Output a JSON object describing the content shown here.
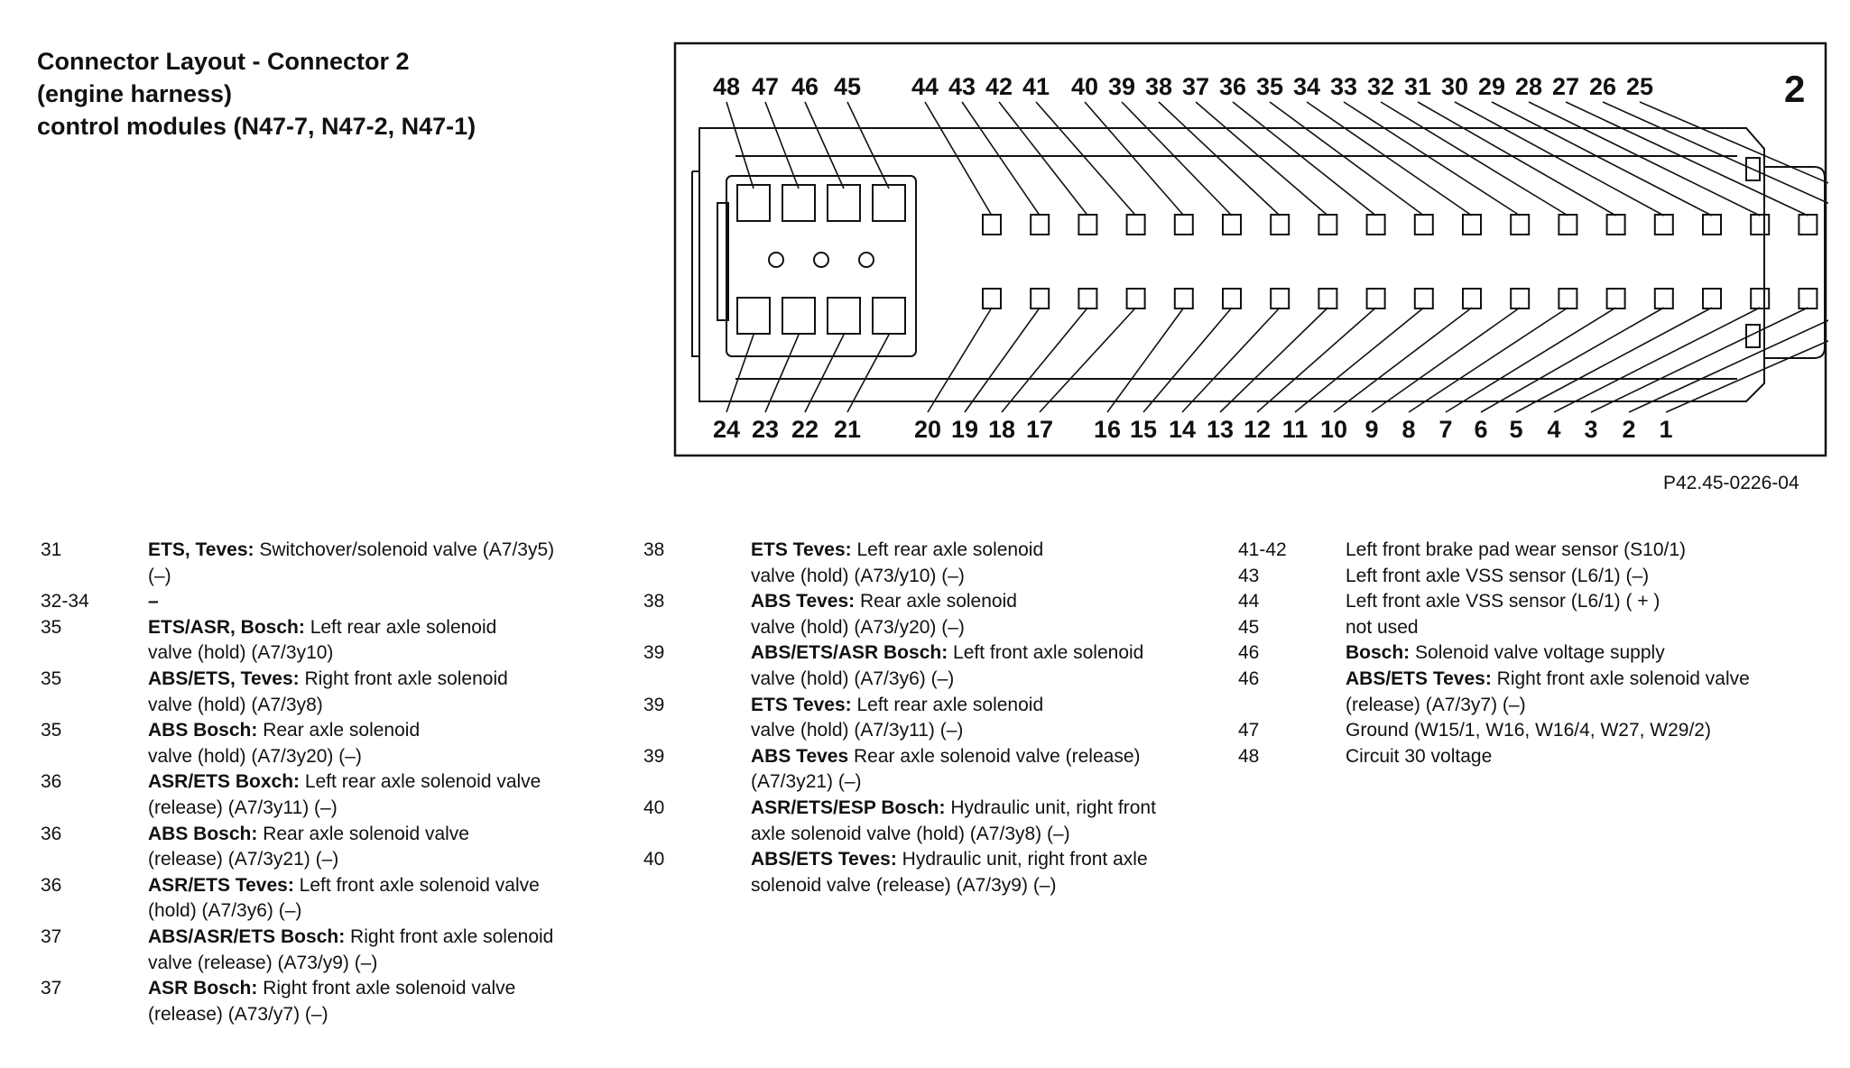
{
  "title": {
    "lines": [
      "Connector Layout - Connector 2",
      "(engine harness)",
      "control modules (N47-7, N47-2, N47-1)"
    ]
  },
  "connector": {
    "id_label": "2",
    "top_pins": [
      "48",
      "47",
      "46",
      "45",
      "44",
      "43",
      "42",
      "41",
      "40",
      "39",
      "38",
      "37",
      "36",
      "35",
      "34",
      "33",
      "32",
      "31",
      "30",
      "29",
      "28",
      "27",
      "26",
      "25"
    ],
    "bottom_pins": [
      "24",
      "23",
      "22",
      "21",
      "20",
      "19",
      "18",
      "17",
      "16",
      "15",
      "14",
      "13",
      "12",
      "11",
      "10",
      "9",
      "8",
      "7",
      "6",
      "5",
      "4",
      "3",
      "2",
      "1"
    ]
  },
  "figure_ref": "P42.45-0226-04",
  "columns": [
    [
      {
        "pin": "31",
        "label": "ETS, Teves:",
        "text": " Switchover/solenoid valve (A7/3y5)",
        "line2": "(–)"
      },
      {
        "pin": "32-34",
        "label": "–",
        "text": "",
        "line2": ""
      },
      {
        "pin": "35",
        "label": "ETS/ASR, Bosch:",
        "text": " Left rear axle solenoid",
        "line2": "valve (hold) (A7/3y10)"
      },
      {
        "pin": "35",
        "label": "ABS/ETS, Teves:",
        "text": " Right front axle solenoid",
        "line2": "valve (hold) (A7/3y8)"
      },
      {
        "pin": "35",
        "label": "ABS Bosch:",
        "text": " Rear axle solenoid",
        "line2": "valve (hold) (A7/3y20)  (–)"
      },
      {
        "pin": "36",
        "label": "ASR/ETS Boxch:",
        "text": " Left rear axle solenoid valve",
        "line2": "(release)  (A7/3y11)  (–)"
      },
      {
        "pin": "36",
        "label": "ABS Bosch:",
        "text": " Rear axle solenoid valve",
        "line2": "(release)  (A7/3y21)  (–)"
      },
      {
        "pin": "36",
        "label": "ASR/ETS Teves:",
        "text": " Left front axle solenoid valve",
        "line2": "(hold)  (A7/3y6)  (–)"
      },
      {
        "pin": "37",
        "label": "ABS/ASR/ETS Bosch:",
        "text": " Right front axle solenoid",
        "line2": "valve (release)  (A73/y9)  (–)"
      },
      {
        "pin": "37",
        "label": "ASR Bosch:",
        "text": " Right front axle solenoid valve",
        "line2": "(release)  (A73/y7)  (–)"
      }
    ],
    [
      {
        "pin": "38",
        "label": "ETS Teves:",
        "text": " Left rear axle solenoid",
        "line2": "valve (hold)  (A73/y10)  (–)"
      },
      {
        "pin": "38",
        "label": "ABS Teves:",
        "text": "  Rear axle solenoid",
        "line2": "valve (hold)  (A73/y20)  (–)"
      },
      {
        "pin": "39",
        "label": "ABS/ETS/ASR Bosch:",
        "text": " Left front axle solenoid",
        "line2": "valve (hold)  (A7/3y6)  (–)"
      },
      {
        "pin": "39",
        "label": "ETS Teves:",
        "text": "  Left rear axle solenoid",
        "line2": "valve (hold)  (A7/3y11)  (–)"
      },
      {
        "pin": "39",
        "label": "ABS Teves",
        "text": " Rear axle solenoid valve (release)",
        "line2": "(A7/3y21)  (–)"
      },
      {
        "pin": "40",
        "label": "ASR/ETS/ESP Bosch:",
        "text": " Hydraulic unit, right front",
        "line2": "axle solenoid valve (hold)  (A7/3y8)  (–)"
      },
      {
        "pin": "40",
        "label": "ABS/ETS Teves:",
        "text": " Hydraulic unit, right front axle",
        "line2": "solenoid valve (release)  (A7/3y9)  (–)"
      }
    ],
    [
      {
        "pin": "41-42",
        "label": "",
        "text": "Left front brake pad wear sensor (S10/1)",
        "line2": ""
      },
      {
        "pin": "43",
        "label": "",
        "text": "Left front axle VSS sensor (L6/1)  (–)",
        "line2": ""
      },
      {
        "pin": "44",
        "label": "",
        "text": "Left front axle VSS sensor (L6/1)  ( + )",
        "line2": ""
      },
      {
        "pin": "45",
        "label": "",
        "text": "not used",
        "line2": ""
      },
      {
        "pin": "46",
        "label": "Bosch:",
        "text": " Solenoid valve voltage supply",
        "line2": ""
      },
      {
        "pin": "46",
        "label": "ABS/ETS Teves:",
        "text": "  Right front axle solenoid valve",
        "line2": "(release)  (A7/3y7)  (–)"
      },
      {
        "pin": "47",
        "label": "",
        "text": "Ground (W15/1, W16, W16/4, W27, W29/2)",
        "line2": ""
      },
      {
        "pin": "48",
        "label": "",
        "text": "Circuit 30 voltage",
        "line2": ""
      }
    ]
  ]
}
